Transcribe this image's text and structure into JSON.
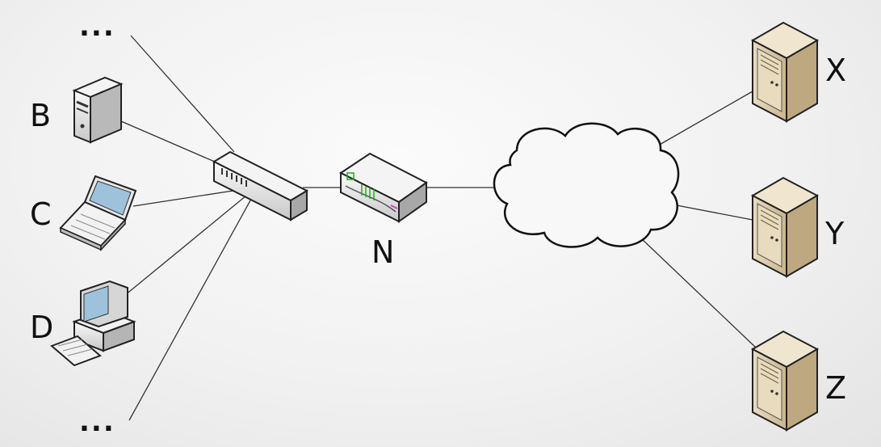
{
  "labels": {
    "ellipsis_top": "...",
    "ellipsis_bottom": "...",
    "host_b": "B",
    "host_c": "C",
    "host_d": "D",
    "nat_router": "N",
    "server_x": "X",
    "server_y": "Y",
    "server_z": "Z"
  },
  "icons": {
    "host_b": "tower-computer-icon",
    "host_c": "laptop-icon",
    "host_d": "desktop-computer-icon",
    "switch": "network-switch-icon",
    "router": "router-icon",
    "internet": "cloud-icon",
    "servers": "server-icon"
  },
  "colors": {
    "server_body": "#d8c8a8",
    "link": "#333333",
    "router_led": "#22aa22"
  }
}
